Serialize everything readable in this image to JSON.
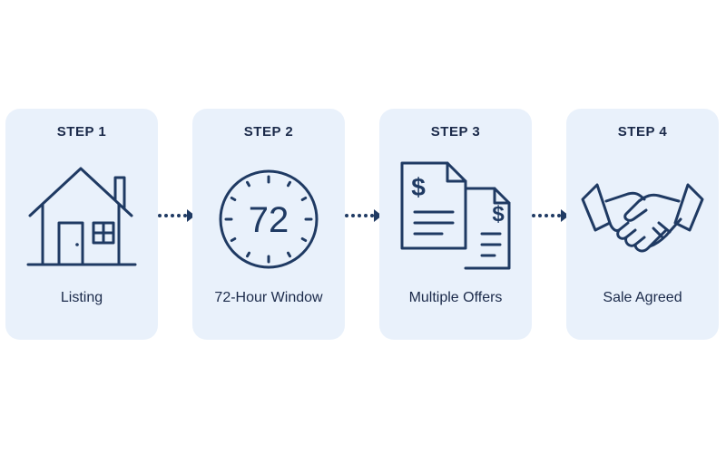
{
  "colors": {
    "card_background": "#e9f1fb",
    "icon_stroke": "#1f3a63",
    "text": "#1b2a4a"
  },
  "steps": [
    {
      "step_label": "STEP 1",
      "title": "Listing",
      "icon": "house-icon"
    },
    {
      "step_label": "STEP 2",
      "title": "72-Hour Window",
      "icon": "clock-72-icon",
      "icon_text": "72"
    },
    {
      "step_label": "STEP 3",
      "title": "Multiple Offers",
      "icon": "offer-documents-icon",
      "icon_text": "$"
    },
    {
      "step_label": "STEP 4",
      "title": "Sale Agreed",
      "icon": "handshake-icon"
    }
  ]
}
